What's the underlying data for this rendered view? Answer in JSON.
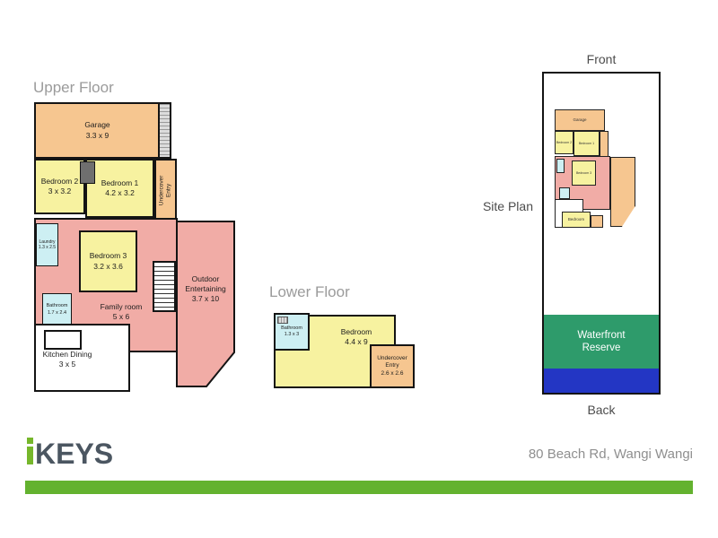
{
  "titles": {
    "upper_floor": "Upper Floor",
    "lower_floor": "Lower Floor"
  },
  "upper": {
    "rooms": {
      "garage": {
        "name": "Garage",
        "dims": "3.3 x 9"
      },
      "bedroom2": {
        "name": "Bedroom 2",
        "dims": "3 x 3.2"
      },
      "bedroom1": {
        "name": "Bedroom 1",
        "dims": "4.2 x 3.2"
      },
      "undercover_entry": {
        "name": "Undercover Entry"
      },
      "laundry": {
        "name": "Laundry",
        "dims": "1.3 x 2.5"
      },
      "bedroom3": {
        "name": "Bedroom 3",
        "dims": "3.2 x 3.6"
      },
      "bathroom": {
        "name": "Bathroom",
        "dims": "1.7 x 2.4"
      },
      "family_room": {
        "name": "Family room",
        "dims": "5 x 6"
      },
      "kitchen_dining": {
        "name": "Kitchen Dining",
        "dims": "3 x 5"
      },
      "outdoor": {
        "name": "Outdoor Entertaining",
        "dims": "3.7 x 10"
      }
    }
  },
  "lower": {
    "rooms": {
      "bathroom": {
        "name": "Bathroom",
        "dims": "1.3 x 3"
      },
      "bedroom": {
        "name": "Bedroom",
        "dims": "4.4 x 9"
      },
      "undercover_entry": {
        "name": "Undercover Entry",
        "dims": "2.6 x 2.6"
      }
    }
  },
  "site_plan": {
    "label": "Site Plan",
    "front_label": "Front",
    "back_label": "Back",
    "waterfront_label": "Waterfront Reserve",
    "colors": {
      "waterfront_green": "#2E9B6B",
      "water_blue": "#2336C4"
    }
  },
  "palette": {
    "room_orange": "#F6C690",
    "room_yellow": "#F7F2A0",
    "room_pink": "#F1ACA6",
    "room_cyan": "#CDEFF3",
    "brand_green": "#76B72B",
    "footer_bar_green": "#63B22F"
  },
  "footer": {
    "logo_text": "KEYS",
    "address": "80 Beach Rd, Wangi Wangi"
  }
}
